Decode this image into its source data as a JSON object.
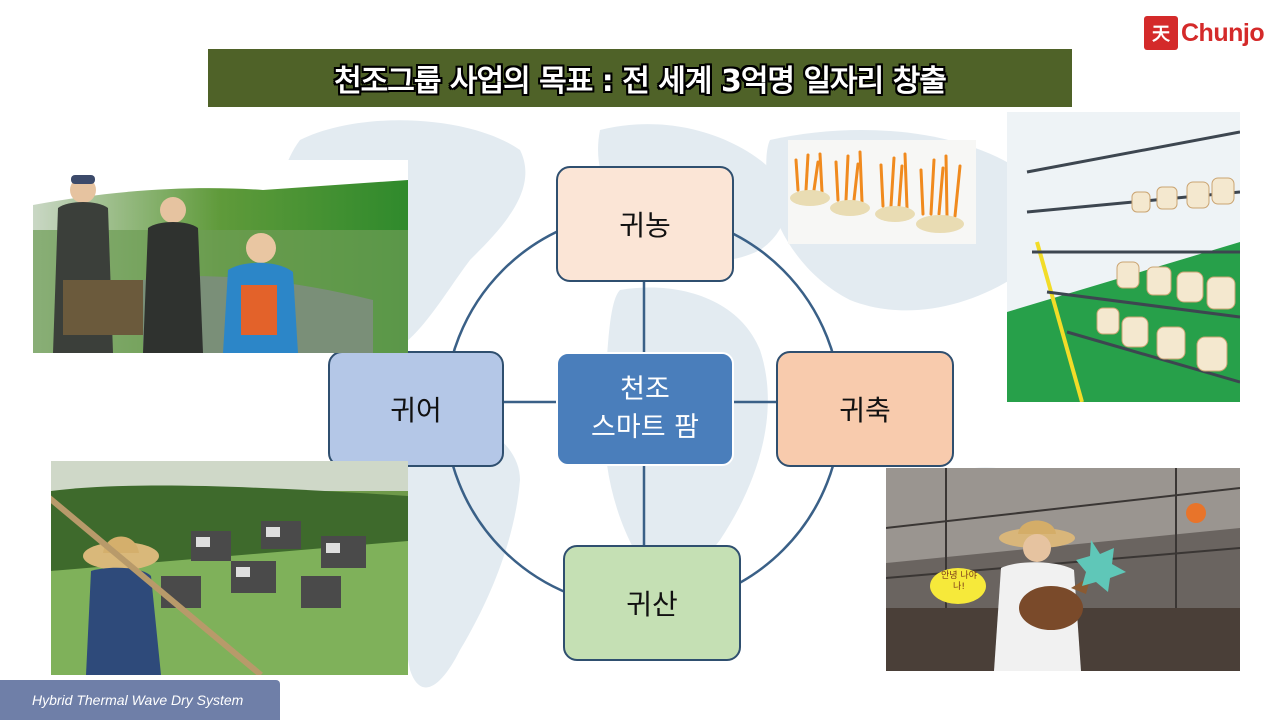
{
  "logo": {
    "mark": "天",
    "text": "Chunjo"
  },
  "title": "천조그룹 사업의 목표 : 전 세계 3억명 일자리 창출",
  "diagram": {
    "center_line1": "천조",
    "center_line2": "스마트 팜",
    "top": "귀농",
    "left": "귀어",
    "right": "귀축",
    "bottom": "귀산"
  },
  "photos": {
    "fishermen": "fishermen-photo",
    "cordyceps": "cordyceps-photo",
    "shelves": "cultivation-shelves-photo",
    "village": "village-photo",
    "farmer": "farmer-with-chicken-photo",
    "speech_bubble": "안녕 나야나!"
  },
  "caption": "Hybrid Thermal Wave Dry System",
  "colors": {
    "title_bg": "#4f6228",
    "center_node": "#4a7ebb",
    "brand": "#d42a2a"
  }
}
